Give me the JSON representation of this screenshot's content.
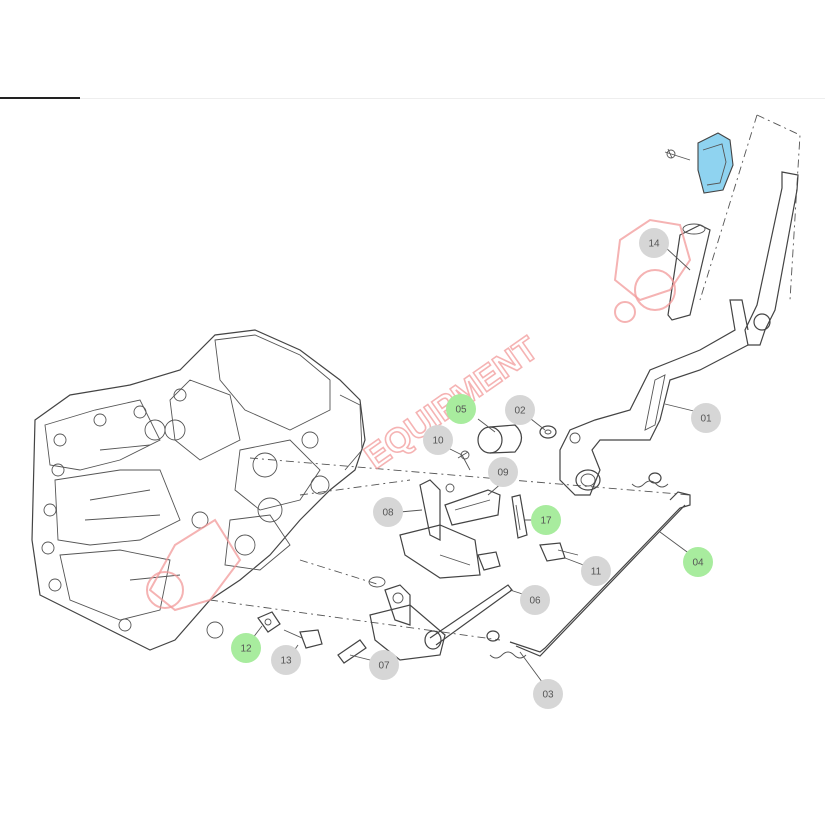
{
  "watermark": {
    "text": "EQUIPMENT",
    "color": "#f29a9a"
  },
  "colors": {
    "highlight_green": "#a8ec9e",
    "callout_gray": "#d6d6d6",
    "knob_blue": "#8fd3f0"
  },
  "callouts": [
    {
      "id": "c01",
      "label": "01",
      "highlight": false
    },
    {
      "id": "c02",
      "label": "02",
      "highlight": false
    },
    {
      "id": "c03",
      "label": "03",
      "highlight": false
    },
    {
      "id": "c04",
      "label": "04",
      "highlight": true
    },
    {
      "id": "c05",
      "label": "05",
      "highlight": true
    },
    {
      "id": "c06",
      "label": "06",
      "highlight": false
    },
    {
      "id": "c07",
      "label": "07",
      "highlight": false
    },
    {
      "id": "c08",
      "label": "08",
      "highlight": false
    },
    {
      "id": "c09",
      "label": "09",
      "highlight": false
    },
    {
      "id": "c10",
      "label": "10",
      "highlight": false
    },
    {
      "id": "c11",
      "label": "11",
      "highlight": false
    },
    {
      "id": "c12",
      "label": "12",
      "highlight": true
    },
    {
      "id": "c13",
      "label": "13",
      "highlight": false
    },
    {
      "id": "c14",
      "label": "14",
      "highlight": false
    },
    {
      "id": "c17",
      "label": "17",
      "highlight": true
    }
  ]
}
